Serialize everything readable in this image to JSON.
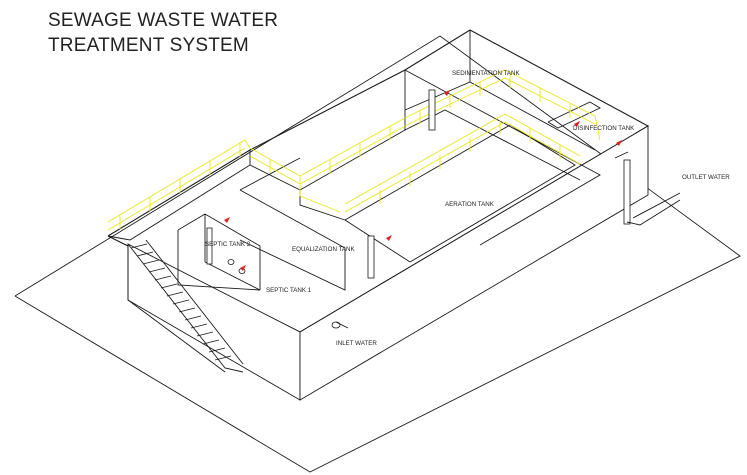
{
  "title": {
    "line1": "SEWAGE WASTE WATER",
    "line2": "TREATMENT SYSTEM"
  },
  "labels": {
    "sedimentation": "SEDIMENTATION TANK",
    "disinfection": "DISINFECTION TANK",
    "outlet": "OUTLET WATER",
    "aeration": "AERATION TANK",
    "equalization": "EQUALIZATION TANK",
    "septic2": "SEPTIC TANK 2",
    "septic1": "SEPTIC TANK 1",
    "inlet": "INLET WATER"
  },
  "colors": {
    "line": "#1a1a1a",
    "railing": "#e8e820",
    "flow_arrow": "#e02020",
    "background": "#ffffff"
  }
}
